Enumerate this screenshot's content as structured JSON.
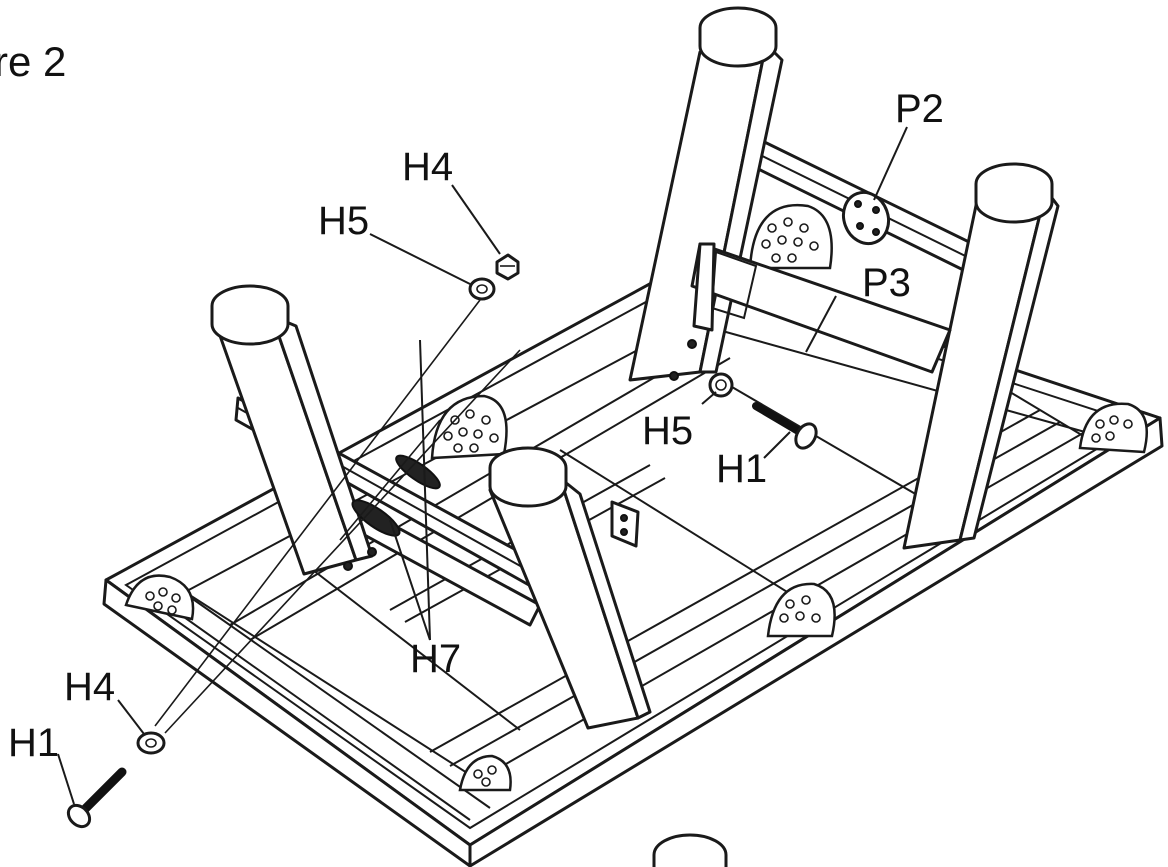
{
  "figure": {
    "title": "re 2"
  },
  "labels": {
    "p2": "P2",
    "p3": "P3",
    "h4_top": "H4",
    "h5_top": "H5",
    "h5_mid": "H5",
    "h1_mid": "H1",
    "h7": "H7",
    "h4_bottom": "H4",
    "h1_bottom": "H1"
  },
  "colors": {
    "line": "#1a1a1a",
    "background": "#ffffff"
  }
}
